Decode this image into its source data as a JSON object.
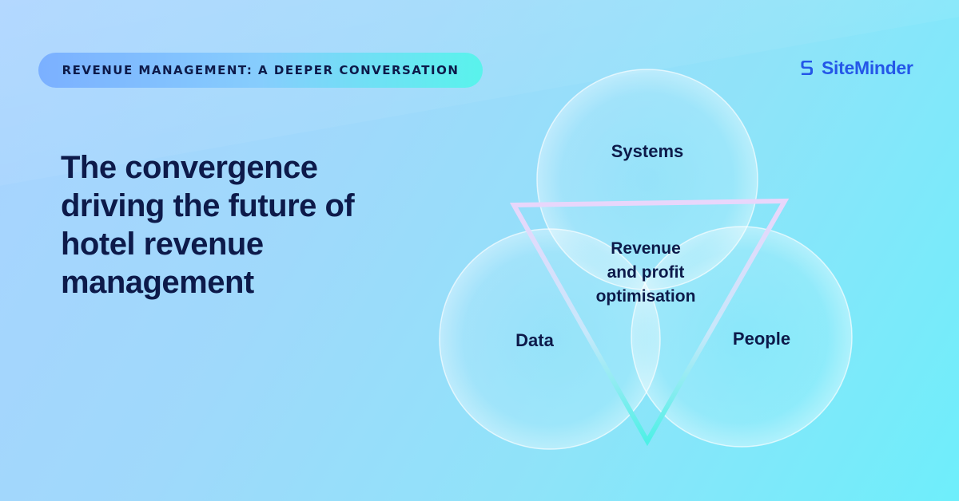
{
  "series_label": "REVENUE MANAGEMENT: A DEEPER CONVERSATION",
  "brand": {
    "name": "SiteMinder",
    "icon": "siteminder-logo-icon",
    "color": "#2457e8"
  },
  "headline_lines": [
    "The convergence",
    "driving the future of",
    "hotel revenue",
    "management"
  ],
  "diagram": {
    "circles": [
      "Systems",
      "Data",
      "People"
    ],
    "center_lines": [
      "Revenue",
      "and profit",
      "optimisation"
    ]
  },
  "colors": {
    "text": "#0d1a4a",
    "triangle_top": "#e9d6fb",
    "triangle_bottom": "#4ef0e6"
  }
}
